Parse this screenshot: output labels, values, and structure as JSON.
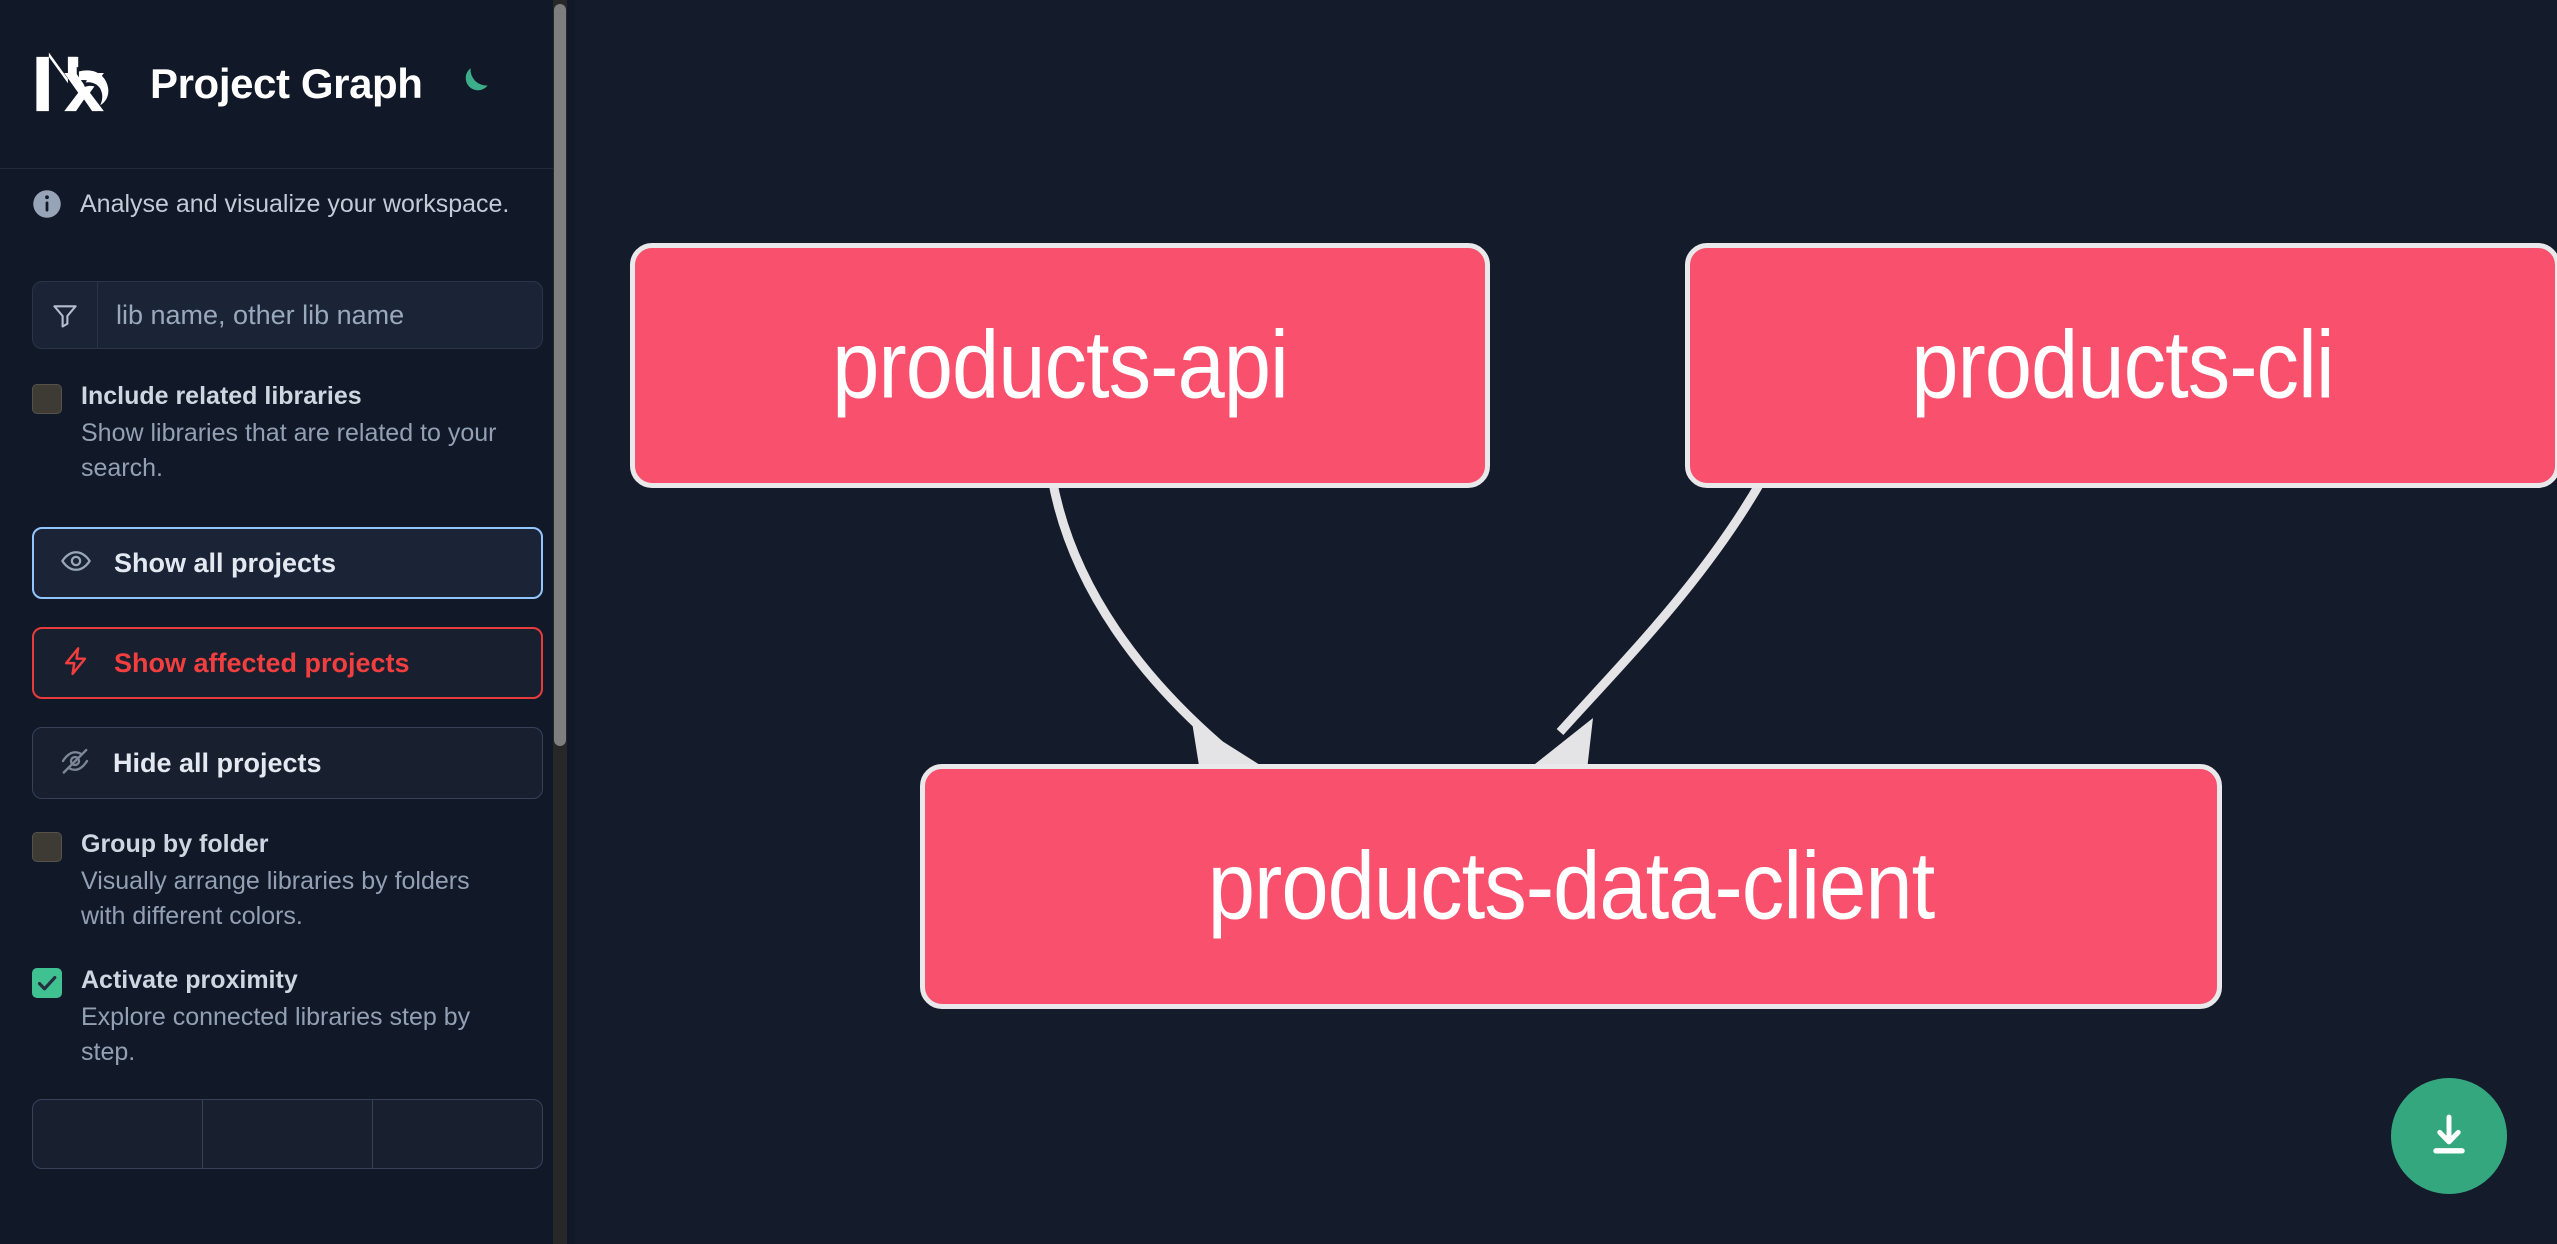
{
  "header": {
    "logo_icon": "nx-logo-icon",
    "title": "Project Graph",
    "theme_toggle_icon": "moon-icon",
    "theme_accent": "#3DAE8A"
  },
  "sidebar": {
    "tagline": "Analyse and visualize your workspace.",
    "tagline_icon": "info-icon",
    "search": {
      "icon": "filter-funnel-icon",
      "value": "",
      "placeholder": "lib name, other lib name"
    },
    "include_related": {
      "label": "Include related libraries",
      "description": "Show libraries that are related to your search.",
      "checked": false
    },
    "buttons": [
      {
        "label": "Show all projects",
        "icon": "eye-icon",
        "style": "primary"
      },
      {
        "label": "Show affected projects",
        "icon": "lightning-bolt-icon",
        "style": "danger"
      },
      {
        "label": "Hide all projects",
        "icon": "eye-off-icon",
        "style": "neutral"
      }
    ],
    "group_by_folder": {
      "label": "Group by folder",
      "description": "Visually arrange libraries by folders with different colors.",
      "checked": false
    },
    "activate_proximity": {
      "label": "Activate proximity",
      "description": "Explore connected libraries step by step.",
      "checked": true
    },
    "text_filter_segments": [
      "",
      "",
      ""
    ]
  },
  "graph": {
    "download_button_icon": "download-icon",
    "node_fill": "#F9506D",
    "node_border": "#E9E9EC",
    "edge_color": "#E4E4E7",
    "background": "#141B2B",
    "nodes": [
      {
        "id": "products-api",
        "label": "products-api"
      },
      {
        "id": "products-cli",
        "label": "products-cli"
      },
      {
        "id": "products-data-client",
        "label": "products-data-client"
      }
    ],
    "edges": [
      {
        "from": "products-api",
        "to": "products-data-client"
      },
      {
        "from": "products-cli",
        "to": "products-data-client"
      }
    ]
  }
}
